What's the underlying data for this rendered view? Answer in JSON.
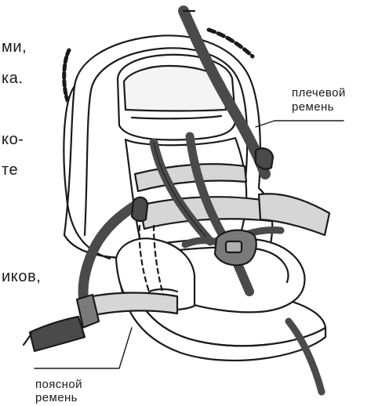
{
  "fragments": {
    "line_1": "ми,",
    "line_2": "ка.",
    "line_3": "ко-",
    "line_4": "те",
    "line_5": "иков,"
  },
  "labels": {
    "shoulder_belt": [
      "плечевой",
      "ремень"
    ],
    "lap_belt": [
      "поясной",
      "ремень"
    ]
  },
  "colors": {
    "outline": "#1a1a1a",
    "belt_dark": "#4a4a4a",
    "belt_light": "#d6d6d6",
    "seat_fill": "#ffffff",
    "pad_fill": "#f4f4f4"
  }
}
